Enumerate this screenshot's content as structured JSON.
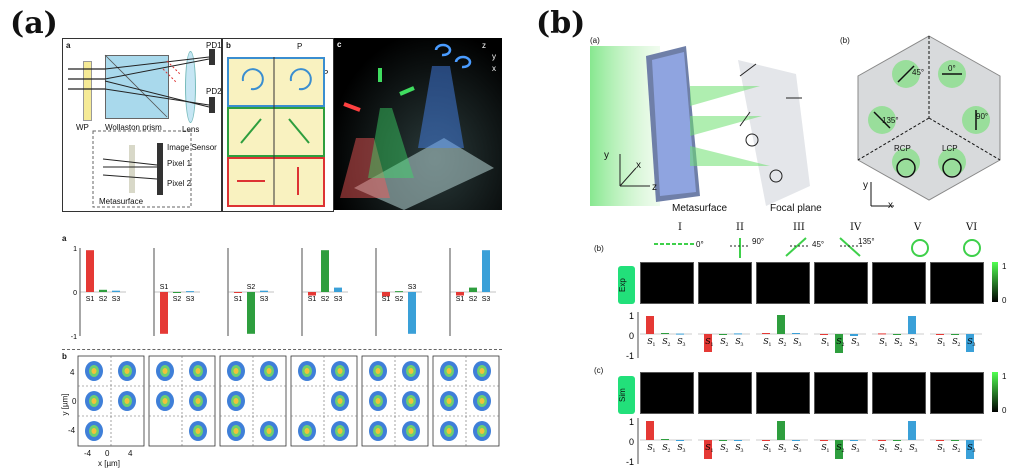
{
  "panel_a": {
    "label": "(a)",
    "schematic": {
      "label": "a",
      "wp": "WP",
      "prism": "Wollaston prism",
      "lens": "Lens",
      "pd1": "PD1",
      "pd2": "PD2",
      "image_sensor": "Image Sensor",
      "pixel1": "Pixel 1",
      "pixel2": "Pixel 2",
      "metasurface": "Metasurface"
    },
    "grid": {
      "label": "b",
      "p": "P"
    },
    "render": {
      "label": "c",
      "z": "z",
      "y": "y",
      "x": "x"
    },
    "bars": {
      "label": "a",
      "ticks": [
        "1",
        "0",
        "-1"
      ],
      "stokes": [
        "S1",
        "S2",
        "S3"
      ]
    },
    "maps": {
      "label": "b",
      "ylabel": "y [µm]",
      "xlabel": "x [µm]",
      "yticks": [
        "4",
        "0",
        "-4"
      ],
      "xticks": [
        "-4",
        "0",
        "4"
      ]
    }
  },
  "panel_b": {
    "label": "(b)",
    "sub_a": "(a)",
    "sub_b": "(b)",
    "metasurface": "Metasurface",
    "focal_plane": "Focal plane",
    "axes": {
      "y": "y",
      "x": "x",
      "z": "z"
    },
    "hex_labels": [
      "45°",
      "0°",
      "135°",
      "90°",
      "RCP",
      "LCP"
    ],
    "hex_axes": {
      "y": "y",
      "x": "x"
    },
    "columns": [
      "I",
      "II",
      "III",
      "IV",
      "V",
      "VI"
    ],
    "angles": [
      "0°",
      "90°",
      "45°",
      "135°"
    ],
    "row_b": "(b)",
    "row_c": "(c)",
    "exp": "Exp",
    "sim": "Sim",
    "cbar": [
      "1",
      "0"
    ],
    "ticks": [
      "1",
      "0",
      "-1"
    ],
    "stokes": [
      "S",
      "S",
      "S"
    ],
    "stokes_sub": [
      "1",
      "2",
      "3"
    ]
  },
  "chart_data": [
    {
      "type": "bar",
      "title": "",
      "categories": [
        "S1",
        "S2",
        "S3"
      ],
      "ylim": [
        -1,
        1
      ],
      "series": [
        {
          "values": [
            0.95,
            0.05,
            0.03
          ]
        },
        {
          "values": [
            -0.95,
            0.0,
            0.02
          ]
        },
        {
          "values": [
            -0.01,
            -0.95,
            0.03
          ]
        },
        {
          "values": [
            -0.08,
            0.95,
            0.1
          ]
        },
        {
          "values": [
            -0.1,
            0.02,
            -0.95
          ]
        },
        {
          "values": [
            -0.08,
            0.1,
            0.95
          ]
        }
      ],
      "colors": [
        "#e53935",
        "#2e9e3e",
        "#3aa0d8"
      ]
    },
    {
      "type": "bar",
      "title": "",
      "categories": [
        "S1",
        "S2",
        "S3"
      ],
      "ylim": [
        -1,
        1
      ],
      "series": [
        {
          "name": "I",
          "values": [
            0.9,
            0.05,
            0.02
          ]
        },
        {
          "name": "II",
          "values": [
            -0.9,
            0.0,
            0.03
          ]
        },
        {
          "name": "III",
          "values": [
            0.05,
            0.95,
            0.05
          ]
        },
        {
          "name": "IV",
          "values": [
            0.0,
            -0.95,
            -0.1
          ]
        },
        {
          "name": "V",
          "values": [
            0.03,
            -0.02,
            0.9
          ]
        },
        {
          "name": "VI",
          "values": [
            -0.05,
            0.0,
            -0.9
          ]
        }
      ]
    },
    {
      "type": "bar",
      "title": "",
      "categories": [
        "S1",
        "S2",
        "S3"
      ],
      "ylim": [
        -1,
        1
      ],
      "series": [
        {
          "name": "I",
          "values": [
            0.95,
            0.05,
            0.0
          ]
        },
        {
          "name": "II",
          "values": [
            -0.95,
            0.0,
            0.0
          ]
        },
        {
          "name": "III",
          "values": [
            0.0,
            0.95,
            0.0
          ]
        },
        {
          "name": "IV",
          "values": [
            0.0,
            -0.95,
            0.0
          ]
        },
        {
          "name": "V",
          "values": [
            0.0,
            0.0,
            0.95
          ]
        },
        {
          "name": "VI",
          "values": [
            0.0,
            0.0,
            -0.95
          ]
        }
      ]
    }
  ]
}
